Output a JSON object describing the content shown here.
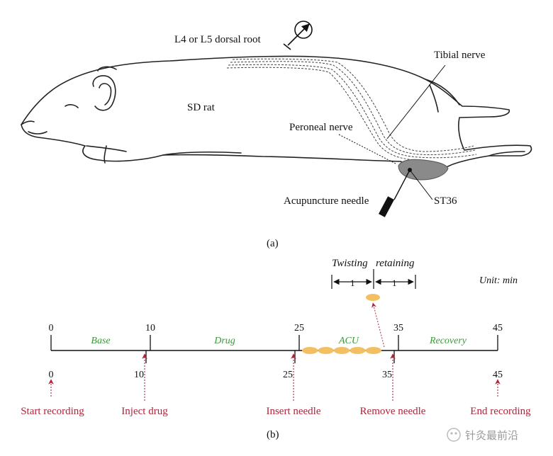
{
  "panel_a": {
    "caption": "(a)",
    "labels": {
      "dorsal_root": "L4 or L5 dorsal root",
      "tibial": "Tibial nerve",
      "rat": "SD rat",
      "peroneal": "Peroneal nerve",
      "needle": "Acupuncture needle",
      "st36": "ST36"
    }
  },
  "panel_b": {
    "caption": "(b)",
    "unit": "Unit: min",
    "twisting": "Twisting",
    "retaining": "retaining",
    "twist_duration": "1",
    "retain_duration": "1",
    "ticks_top": [
      "0",
      "10",
      "25",
      "35",
      "45"
    ],
    "ticks_bottom": [
      "0",
      "10",
      "25",
      "35",
      "45"
    ],
    "phases": [
      {
        "label": "Base",
        "start": 0,
        "end": 10
      },
      {
        "label": "Drug",
        "start": 10,
        "end": 25
      },
      {
        "label": "ACU",
        "start": 25,
        "end": 35
      },
      {
        "label": "Recovery",
        "start": 35,
        "end": 45
      }
    ],
    "events": [
      {
        "label": "Start recording",
        "t": 0
      },
      {
        "label": "Inject drug",
        "t": 10
      },
      {
        "label": "Insert needle",
        "t": 25
      },
      {
        "label": "Remove needle",
        "t": 35
      },
      {
        "label": "End recording",
        "t": 45
      }
    ],
    "colors": {
      "phase": "#3a9a3a",
      "event": "#b0243a",
      "acu_pulse": "#f2c062"
    }
  },
  "watermark": "针灸最前沿"
}
